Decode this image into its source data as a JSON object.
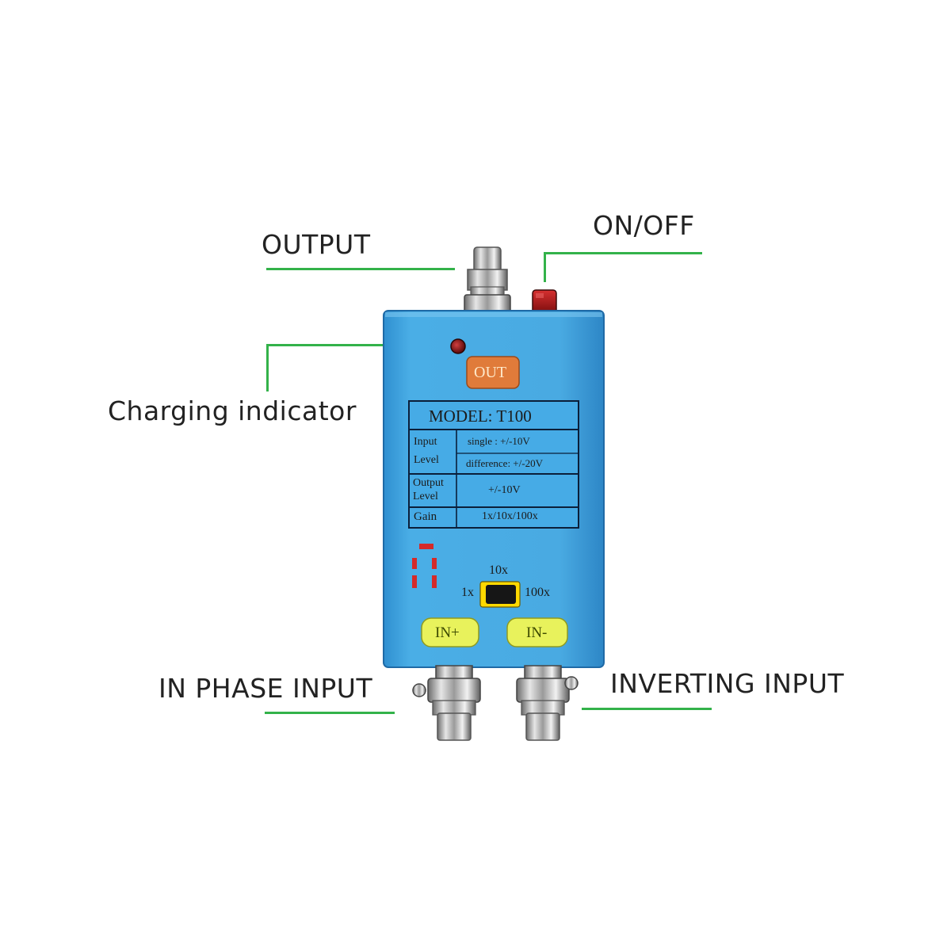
{
  "callouts": {
    "output": "OUTPUT",
    "on_off": "ON/OFF",
    "charging": "Charging indicator",
    "in_phase": "IN PHASE INPUT",
    "inverting": "INVERTING INPUT"
  },
  "panel": {
    "out_button": "OUT",
    "model": "MODEL: T100",
    "rows": [
      {
        "label_line1": "Input",
        "label_line2": "Level",
        "value_line1": "single : +/-10V",
        "value_line2": "difference: +/-20V"
      },
      {
        "label_line1": "Output",
        "label_line2": "Level",
        "value_line1": "+/-10V"
      },
      {
        "label_line1": "Gain",
        "value_line1": "1x/10x/100x"
      }
    ],
    "gain_switch": {
      "top": "10x",
      "left": "1x",
      "right": "100x"
    },
    "in_plus": "IN+",
    "in_minus": "IN-"
  },
  "colors": {
    "callout_line": "#33b24a",
    "device_body": "#3ea3de",
    "out_button": "#e07b3a",
    "input_buttons": "#e8f25c",
    "led": "#8a1414",
    "power_button": "#b01818"
  }
}
